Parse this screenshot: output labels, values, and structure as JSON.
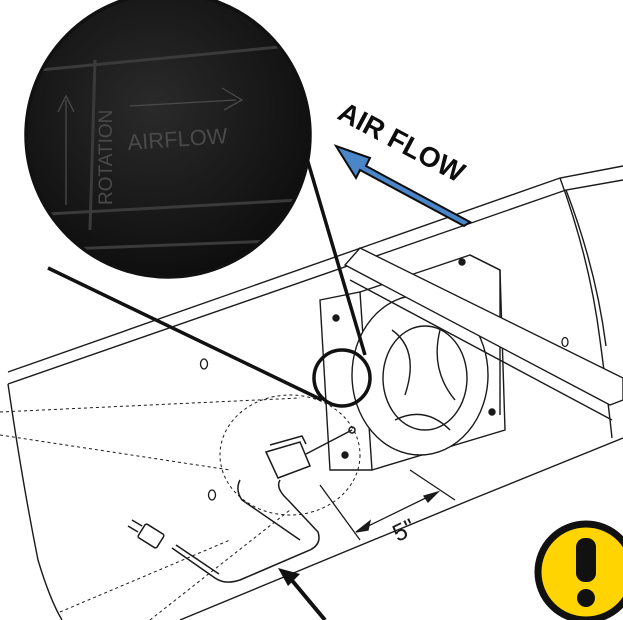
{
  "inset": {
    "rotation_label": "ROTATION",
    "airflow_label": "AIRFLOW"
  },
  "callouts": {
    "air_flow": "AIR FLOW",
    "dimension": "5\""
  },
  "colors": {
    "airflow_arrow": "#4a86c8",
    "warning_fill": "#ffd400",
    "inset_bg": "#141414",
    "line": "#1a1a1a"
  },
  "icons": {
    "warning": "exclamation-warning-icon"
  }
}
